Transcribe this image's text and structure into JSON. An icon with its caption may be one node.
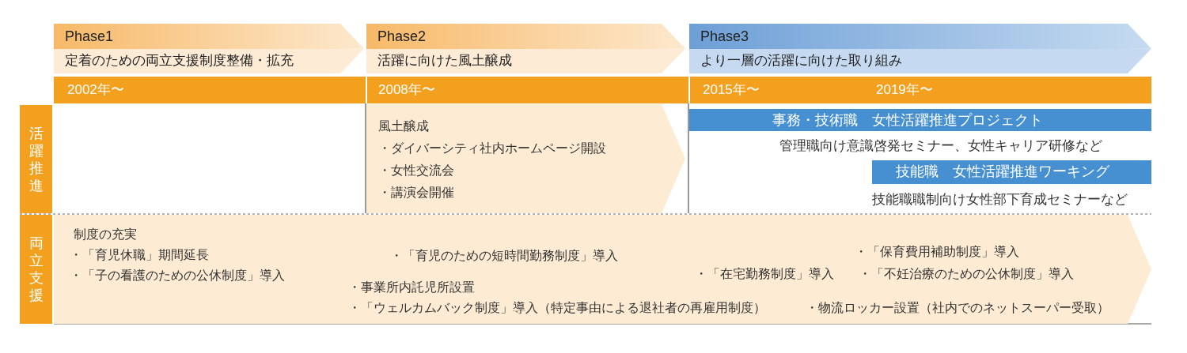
{
  "diagram": {
    "nodes": [
      {
        "text": [
          "Phase1",
          "定着のための両立支援制度整備・拡充"
        ]
      },
      {
        "text": [
          "Phase2",
          "活躍に向けた風土醸成"
        ]
      },
      {
        "text": [
          "Phase3",
          "より一層の活躍に向けた取り組み"
        ]
      },
      {
        "text": [
          "活躍推進"
        ]
      },
      {
        "text": [
          "風土醸成",
          "・ダイバーシティ社内ホームページ開設",
          "・女性交流会",
          "・講演会開催"
        ]
      },
      {
        "text": [
          "事務・技術職　女性活躍推進プロジェクト"
        ],
        "beside": [
          "管理職向け意識啓発セミナー、女性キャリア研修など"
        ]
      },
      {
        "text": [
          "技能職　女性活躍推進ワーキング"
        ],
        "beside": [
          "技能職職制向け女性部下育成セミナーなど"
        ]
      },
      {
        "text": [
          "両立支援"
        ]
      },
      {
        "text": [
          "制度の充実",
          "・「育児休職」期間延長",
          "・「子の看護のための公休制度」導入",
          "・「育児のための短時間勤務制度」導入",
          "・事業所内託児所設置",
          "・「ウェルカムバック制度」導入（特定事由による退社者の再雇用制度）",
          "・「在宅勤務制度」導入",
          "・「保育費用補助制度」導入",
          "・「不妊治療のための公休制度」導入",
          "・物流ロッカー設置（社内でのネットスーパー受取）"
        ]
      }
    ],
    "edges": [],
    "labels": [
      "2002年〜",
      "2008年〜",
      "2015年〜",
      "2019年〜"
    ]
  }
}
